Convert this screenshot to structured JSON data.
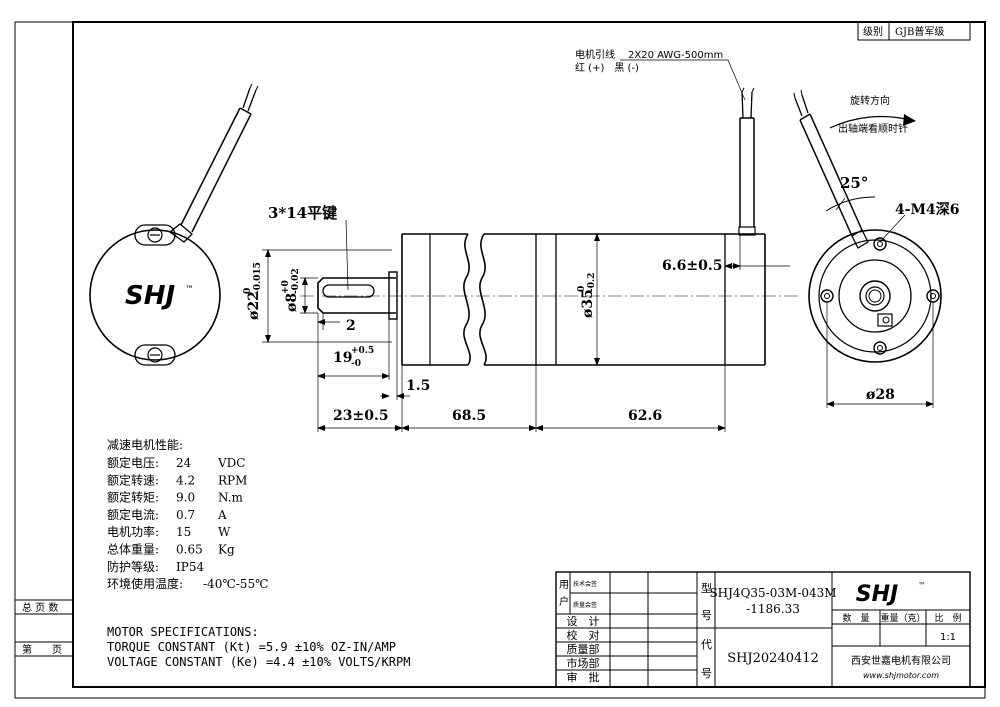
{
  "title_block": {
    "grade_label": "级别",
    "grade_value": "GJB普军级",
    "user_label": "用户",
    "tech_sign": "技术会签",
    "quality_sign": "质量会签",
    "rows": [
      "设　计",
      "校　对",
      "质量部",
      "市场部",
      "审　批"
    ],
    "type_label_top": "型",
    "type_label_bottom": "号",
    "code_label_top": "代",
    "code_label_bottom": "号",
    "model_line1": "SHJ4Q35-03M-043M",
    "model_line2": "-1186.33",
    "drawing_code": "SHJ20240412",
    "logo": "SHJ",
    "tm": "™",
    "qty_label": "数　量",
    "weight_label": "重量（克）",
    "scale_label": "比　例",
    "scale_value": "1:1",
    "company": "西安世嘉电机有限公司",
    "website": "www.shjmotor.com"
  },
  "margin": {
    "total_pages": "总 页 数",
    "page_no": "第　　页"
  },
  "annotations": {
    "lead_wire": "电机引线",
    "lead_spec": "2X20 AWG-500mm",
    "lead_colors": "红 (+)　黑 (-)",
    "rotation": "旋转方向",
    "rotation_desc": "出轴端看顺时针",
    "key": "3*14平键",
    "angle": "25°",
    "holes": "4-M4深6"
  },
  "dimensions": {
    "shaft_dia_main": "ø22",
    "shaft_dia_tol_up": "0",
    "shaft_dia_tol_low": "-0.015",
    "shaft_d8_main": "ø8",
    "shaft_d8_tol_up": "+0",
    "shaft_d8_tol_low": "-0.02",
    "d2": "2",
    "shaft_len_main": "19",
    "shaft_len_tol_up": "+0.5",
    "shaft_len_tol_low": "-0",
    "d1_5": "1.5",
    "d23": "23±0.5",
    "d68_5": "68.5",
    "d62_6": "62.6",
    "d6_6": "6.6±0.5",
    "body_dia_main": "ø35",
    "body_dia_tol_up": "0",
    "body_dia_tol_low": "-0.2",
    "d28": "ø28"
  },
  "specs_cn": {
    "title": "减速电机性能:",
    "rows": [
      {
        "label": "额定电压:",
        "value": "24",
        "unit": "VDC"
      },
      {
        "label": "额定转速:",
        "value": "4.2",
        "unit": "RPM"
      },
      {
        "label": "额定转矩:",
        "value": "9.0",
        "unit": "N.m"
      },
      {
        "label": "额定电流:",
        "value": "0.7",
        "unit": "A"
      },
      {
        "label": "电机功率:",
        "value": "15",
        "unit": "W"
      },
      {
        "label": "总体重量:",
        "value": "0.65",
        "unit": "Kg"
      },
      {
        "label": "防护等级:",
        "value": "IP54",
        "unit": ""
      },
      {
        "label": "环境使用温度:",
        "value": "-40℃-55℃",
        "unit": ""
      }
    ]
  },
  "specs_en": {
    "title": "MOTOR SPECIFICATIONS:",
    "torque": "TORQUE CONSTANT (Kt) =5.9 ±10% OZ-IN/AMP",
    "voltage": "VOLTAGE CONSTANT (Ke) =4.4 ±10% VOLTS/KRPM"
  }
}
